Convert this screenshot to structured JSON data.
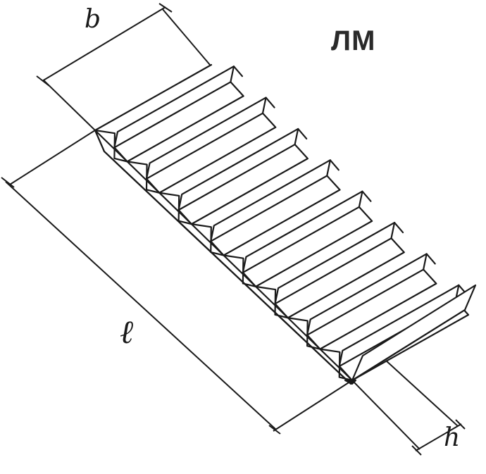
{
  "diagram": {
    "title": "ЛМ",
    "dimensions": {
      "width_label": "b",
      "length_label": "ℓ",
      "height_label": "h"
    },
    "step_count": 8,
    "colors": {
      "line": "#1a1a1a",
      "background": "#ffffff"
    }
  }
}
